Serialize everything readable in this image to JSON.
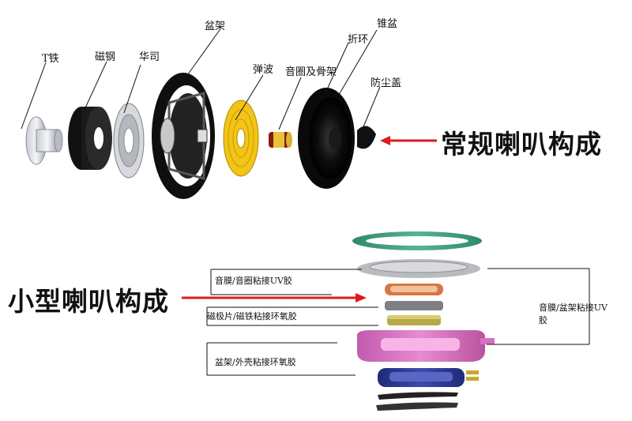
{
  "top": {
    "labels": {
      "t_iron": "T铁",
      "magnet": "磁钢",
      "washer": "华司",
      "basket": "盆架",
      "spider": "弹波",
      "voice_coil": "音圈及骨架",
      "surround": "折环",
      "cone": "锥盆",
      "dust_cap": "防尘盖"
    },
    "caption": "常规喇叭构成"
  },
  "bottom": {
    "labels": {
      "diaphragm_coil_glue": "音膜/音圈粘接UV胶",
      "pole_magnet_glue": "磁极片/磁铁粘接环氧胶",
      "basket_shell_glue": "盆架/外壳粘接环氧胶",
      "diaphragm_basket_glue_line1": "音膜/盆架粘接UV",
      "diaphragm_basket_glue_line2": "胶"
    },
    "caption": "小型喇叭构成"
  },
  "colors": {
    "arrow": "#e0191f",
    "top_ring": "#3a9a7a",
    "pink_frame": "#d96fc0",
    "navy_coil": "#2e3a8f",
    "spider_yellow": "#f2c417"
  }
}
